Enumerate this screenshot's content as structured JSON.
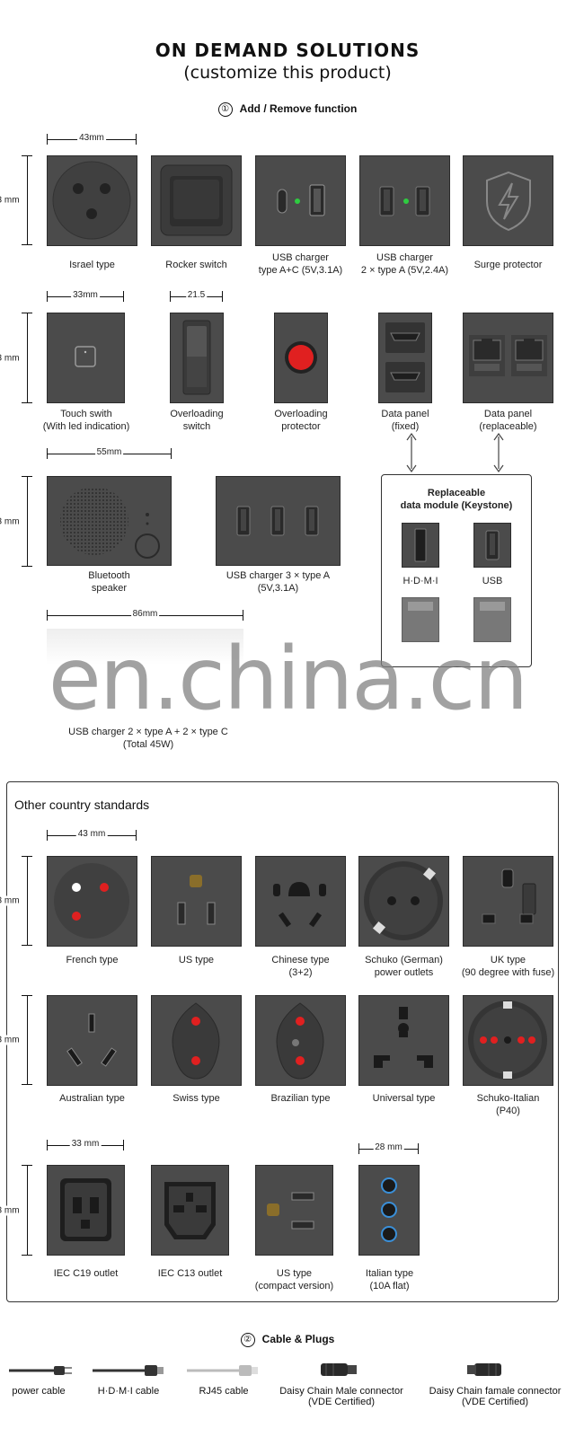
{
  "header": {
    "title": "ON DEMAND SOLUTIONS",
    "subtitle": "(customize this product)"
  },
  "section1": {
    "number": "①",
    "title": "Add / Remove function"
  },
  "dims": {
    "d43mm": "43mm",
    "d43_mm": "43 mm",
    "d33mm": "33mm",
    "d21_5": "21.5",
    "d55mm": "55mm",
    "d86mm": "86mm",
    "d43_mm_sp": "43 mm",
    "d33_mm_sp": "33 mm",
    "d28_mm_sp": "28 mm"
  },
  "row1": {
    "israel": "Israel type",
    "rocker": "Rocker switch",
    "usb_ac_1": "USB charger",
    "usb_ac_2": "type A+C (5V,3.1A)",
    "usb_aa_1": "USB charger",
    "usb_aa_2": "2 × type A (5V,2.4A)",
    "surge": "Surge protector"
  },
  "row2": {
    "touch_1": "Touch swith",
    "touch_2": "(With led indication)",
    "overload_sw_1": "Overloading",
    "overload_sw_2": "switch",
    "overload_pr_1": "Overloading",
    "overload_pr_2": "protector",
    "data_fixed_1": "Data panel",
    "data_fixed_2": "(fixed)",
    "data_repl_1": "Data panel",
    "data_repl_2": "(replaceable)"
  },
  "row3": {
    "bt_1": "Bluetooth",
    "bt_2": "speaker",
    "usb3_1": "USB charger 3 × type A",
    "usb3_2": "(5V,3.1A)",
    "keystone_1": "Replaceable",
    "keystone_2": "data module (Keystone)",
    "hdmi": "H·D·M·I",
    "usb": "USB"
  },
  "row4": {
    "usb22_1": "USB charger 2 × type A + 2 × type C",
    "usb22_2": "(Total 45W)"
  },
  "watermark": "en.china.cn",
  "other": {
    "title": "Other country standards",
    "french": "French type",
    "us": "US type",
    "chinese_1": "Chinese type",
    "chinese_2": "(3+2)",
    "schuko_1": "Schuko (German)",
    "schuko_2": "power outlets",
    "uk_1": "UK type",
    "uk_2": "(90 degree with fuse)",
    "australian": "Australian type",
    "swiss": "Swiss type",
    "brazilian": "Brazilian type",
    "universal": "Universal type",
    "schuko_it_1": "Schuko-Italian",
    "schuko_it_2": "(P40)",
    "iec19": "IEC C19 outlet",
    "iec13": "IEC C13 outlet",
    "us_compact_1": "US type",
    "us_compact_2": "(compact version)",
    "italian_1": "Italian type",
    "italian_2": "(10A flat)"
  },
  "section2": {
    "number": "②",
    "title": "Cable & Plugs"
  },
  "cables": {
    "power": "power cable",
    "hdmi": "H·D·M·I cable",
    "rj45": "RJ45 cable",
    "male_1": "Daisy Chain Male connector",
    "male_2": "(VDE Certified)",
    "female_1": "Daisy Chain famale connector",
    "female_2": "(VDE Certified)"
  },
  "colors": {
    "tile": "#4b4b4b",
    "led_green": "#2ecc40",
    "red": "#e02020",
    "blue": "#3a8fd8"
  }
}
